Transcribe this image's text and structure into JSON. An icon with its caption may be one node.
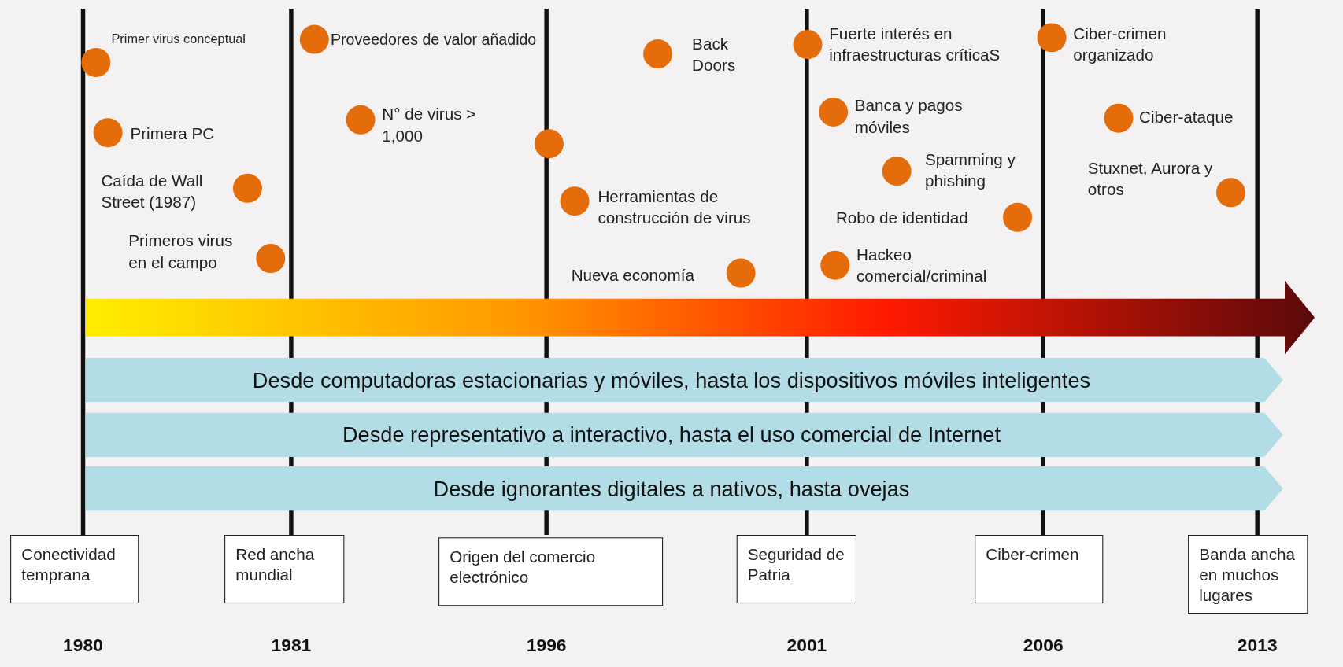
{
  "diagram": {
    "nodes": [
      {
        "text": [
          "Conectividad temprana"
        ],
        "beside": [
          "1980"
        ]
      },
      {
        "text": [
          "Red ancha mundial"
        ],
        "beside": [
          "1981"
        ]
      },
      {
        "text": [
          "Origen del comercio electrónico"
        ],
        "beside": [
          "1996"
        ]
      },
      {
        "text": [
          "Seguridad de Patria"
        ],
        "beside": [
          "2001"
        ]
      },
      {
        "text": [
          "Ciber-crimen"
        ],
        "beside": [
          "2006"
        ]
      },
      {
        "text": [
          "Banda ancha en muchos lugares"
        ],
        "beside": [
          "2013"
        ]
      },
      {
        "text": [
          "Desde computadoras estacionarias y móviles, hasta los dispositivos móviles inteligentes"
        ]
      },
      {
        "text": [
          "Desde representativo a interactivo, hasta el uso comercial de Internet"
        ]
      },
      {
        "text": [
          "Desde ignorantes digitales a nativos, hasta ovejas"
        ]
      }
    ],
    "edges": [],
    "labels": [
      "Primer virus conceptual",
      "Proveedores de valor añadido",
      "Back Doors",
      "Fuerte interés en infraestructuras críticaS",
      "Ciber-crimen organizado",
      "Primera PC",
      "N° de virus > 1,000",
      "Banca y pagos móviles",
      "Ciber-ataque",
      "Spamming y phishing",
      "Caída de Wall Street (1987)",
      "Stuxnet, Aurora y otros",
      "Herramientas de construcción de virus",
      "Robo de identidad",
      "Primeros virus en el campo",
      "Hackeo comercial/criminal",
      "Nueva economía"
    ]
  }
}
